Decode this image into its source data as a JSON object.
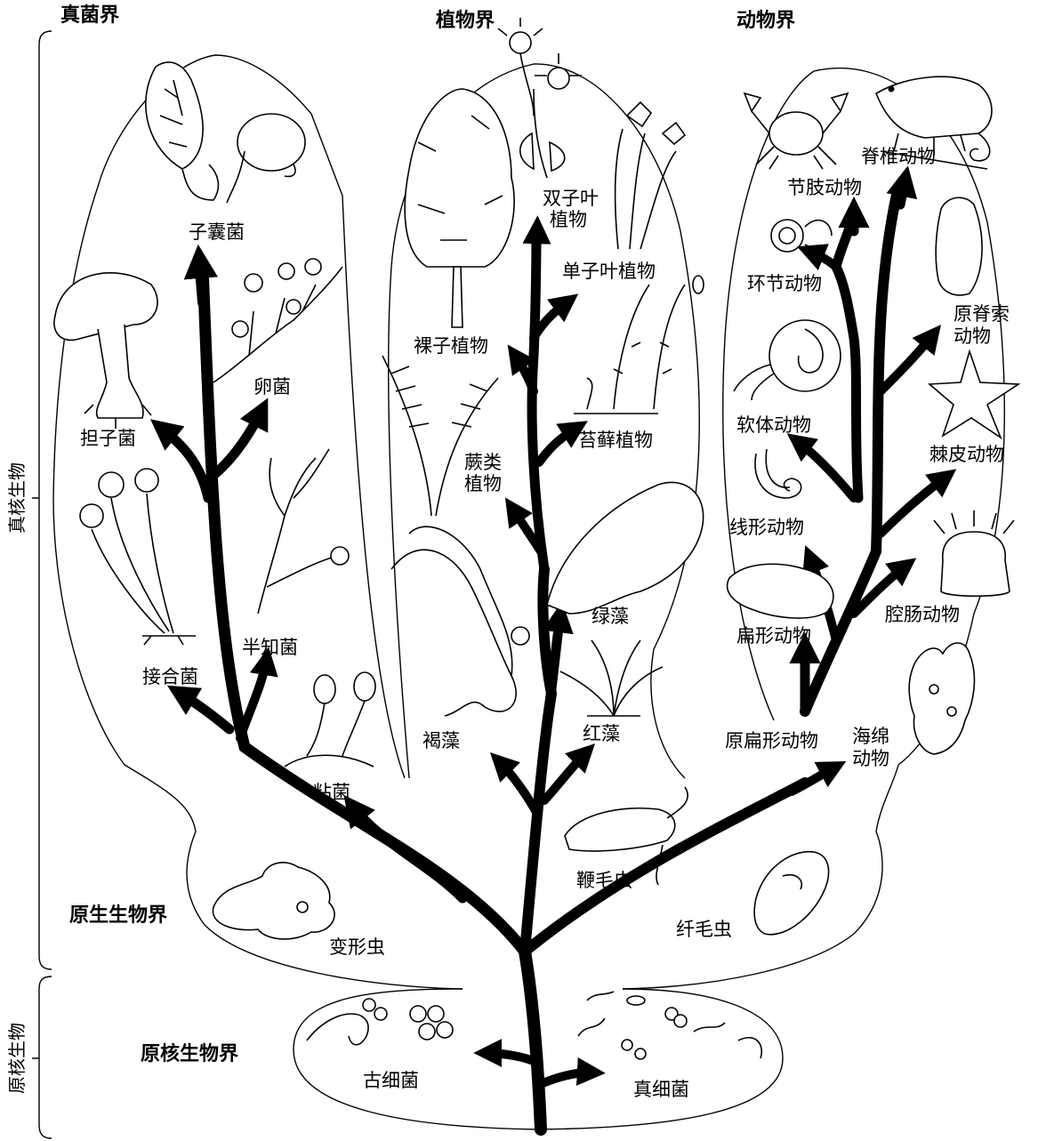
{
  "kingdoms": {
    "fungi": "真菌界",
    "plants": "植物界",
    "animals": "动物界",
    "protists": "原生生物界",
    "prokaryotes": "原核生物界"
  },
  "side_labels": {
    "eukaryotes": "真核生物",
    "prokaryotes": "原核生物"
  },
  "fungi": {
    "ascomycetes": "子囊菌",
    "basidiomycetes": "担子菌",
    "oomycetes": "卵菌",
    "zygomycetes": "接合菌",
    "deuteromycetes": "半知菌",
    "slime_molds": "粘菌"
  },
  "plants": {
    "dicots_1": "双子叶",
    "dicots_2": "植物",
    "monocots": "单子叶植物",
    "gymnosperms": "裸子植物",
    "ferns_1": "蕨类",
    "ferns_2": "植物",
    "mosses": "苔藓植物",
    "green_algae": "绿藻",
    "brown_algae": "褐藻",
    "red_algae": "红藻"
  },
  "animals": {
    "chordates_vertebrates": "脊椎动物",
    "arthropods": "节肢动物",
    "annelids": "环节动物",
    "protochordates_1": "原脊索",
    "protochordates_2": "动物",
    "mollusks": "软体动物",
    "echinoderms": "棘皮动物",
    "nematodes": "线形动物",
    "coelenterates": "腔肠动物",
    "flatworms": "扁形动物",
    "protoflatworms": "原扁形动物",
    "sponges_1": "海绵",
    "sponges_2": "动物"
  },
  "protists": {
    "flagellates": "鞭毛虫",
    "amoeba": "变形虫",
    "ciliates": "纤毛虫"
  },
  "prokaryotes": {
    "archaea": "古细菌",
    "eubacteria": "真细菌"
  }
}
